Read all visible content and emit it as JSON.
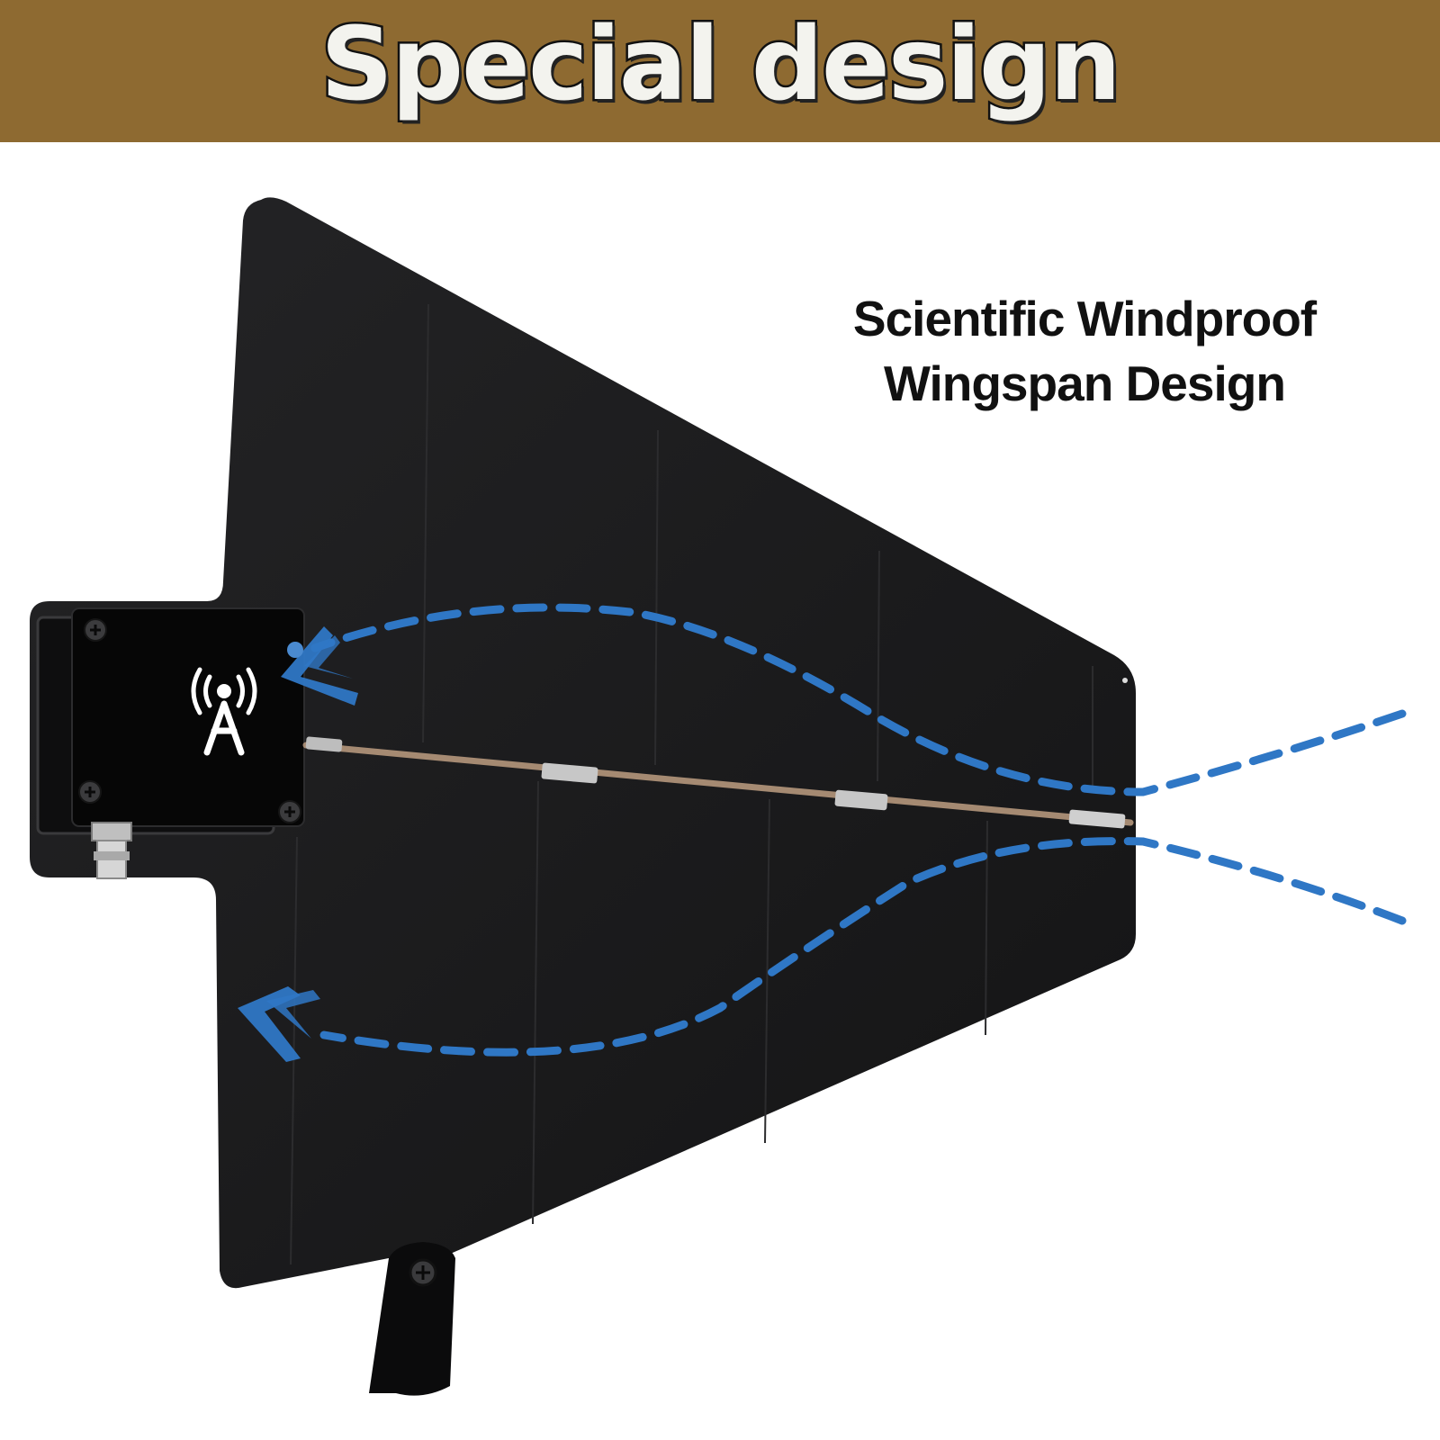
{
  "banner": {
    "title": "Special design",
    "color": "#8e6a31"
  },
  "caption": {
    "line1": "Scientific  Windproof",
    "line2": "Wingspan Design"
  },
  "colors": {
    "antenna": "#1b1b1c",
    "signal": "#2f77c5",
    "rod": "#a58a72"
  },
  "icons": {
    "box_logo": "antenna-tower-icon",
    "arrows": "chevron-arrow-icon"
  }
}
